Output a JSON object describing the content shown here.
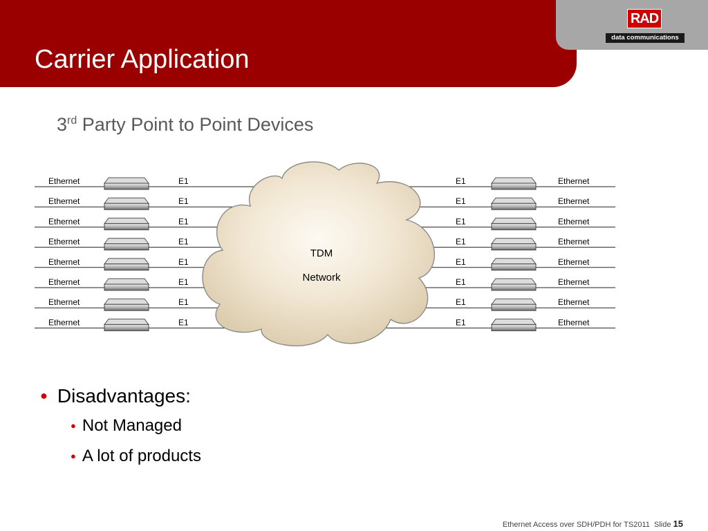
{
  "slide": {
    "title": "Carrier Application",
    "subtitle": {
      "base": "3",
      "sup": "rd",
      "rest": " Party Point to Point Devices"
    },
    "logo": {
      "mark": "RAD",
      "tagline": "data communications"
    },
    "footer": {
      "text": "Ethernet Access over SDH/PDH for TS2011",
      "slide_label": "Slide",
      "slide_number": "15"
    }
  },
  "diagram": {
    "cloud_label_lines": [
      "TDM",
      "Network"
    ],
    "rows": [
      {
        "left_eth": "Ethernet",
        "left_e1": "E1",
        "right_e1": "E1",
        "right_eth": "Ethernet"
      },
      {
        "left_eth": "Ethernet",
        "left_e1": "E1",
        "right_e1": "E1",
        "right_eth": "Ethernet"
      },
      {
        "left_eth": "Ethernet",
        "left_e1": "E1",
        "right_e1": "E1",
        "right_eth": "Ethernet"
      },
      {
        "left_eth": "Ethernet",
        "left_e1": "E1",
        "right_e1": "E1",
        "right_eth": "Ethernet"
      },
      {
        "left_eth": "Ethernet",
        "left_e1": "E1",
        "right_e1": "E1",
        "right_eth": "Ethernet"
      },
      {
        "left_eth": "Ethernet",
        "left_e1": "E1",
        "right_e1": "E1",
        "right_eth": "Ethernet"
      },
      {
        "left_eth": "Ethernet",
        "left_e1": "E1",
        "right_e1": "E1",
        "right_eth": "Ethernet"
      },
      {
        "left_eth": "Ethernet",
        "left_e1": "E1",
        "right_e1": "E1",
        "right_eth": "Ethernet"
      }
    ]
  },
  "bullets": {
    "main": "Disadvantages:",
    "sub": [
      "Not Managed",
      "A lot of products"
    ]
  }
}
